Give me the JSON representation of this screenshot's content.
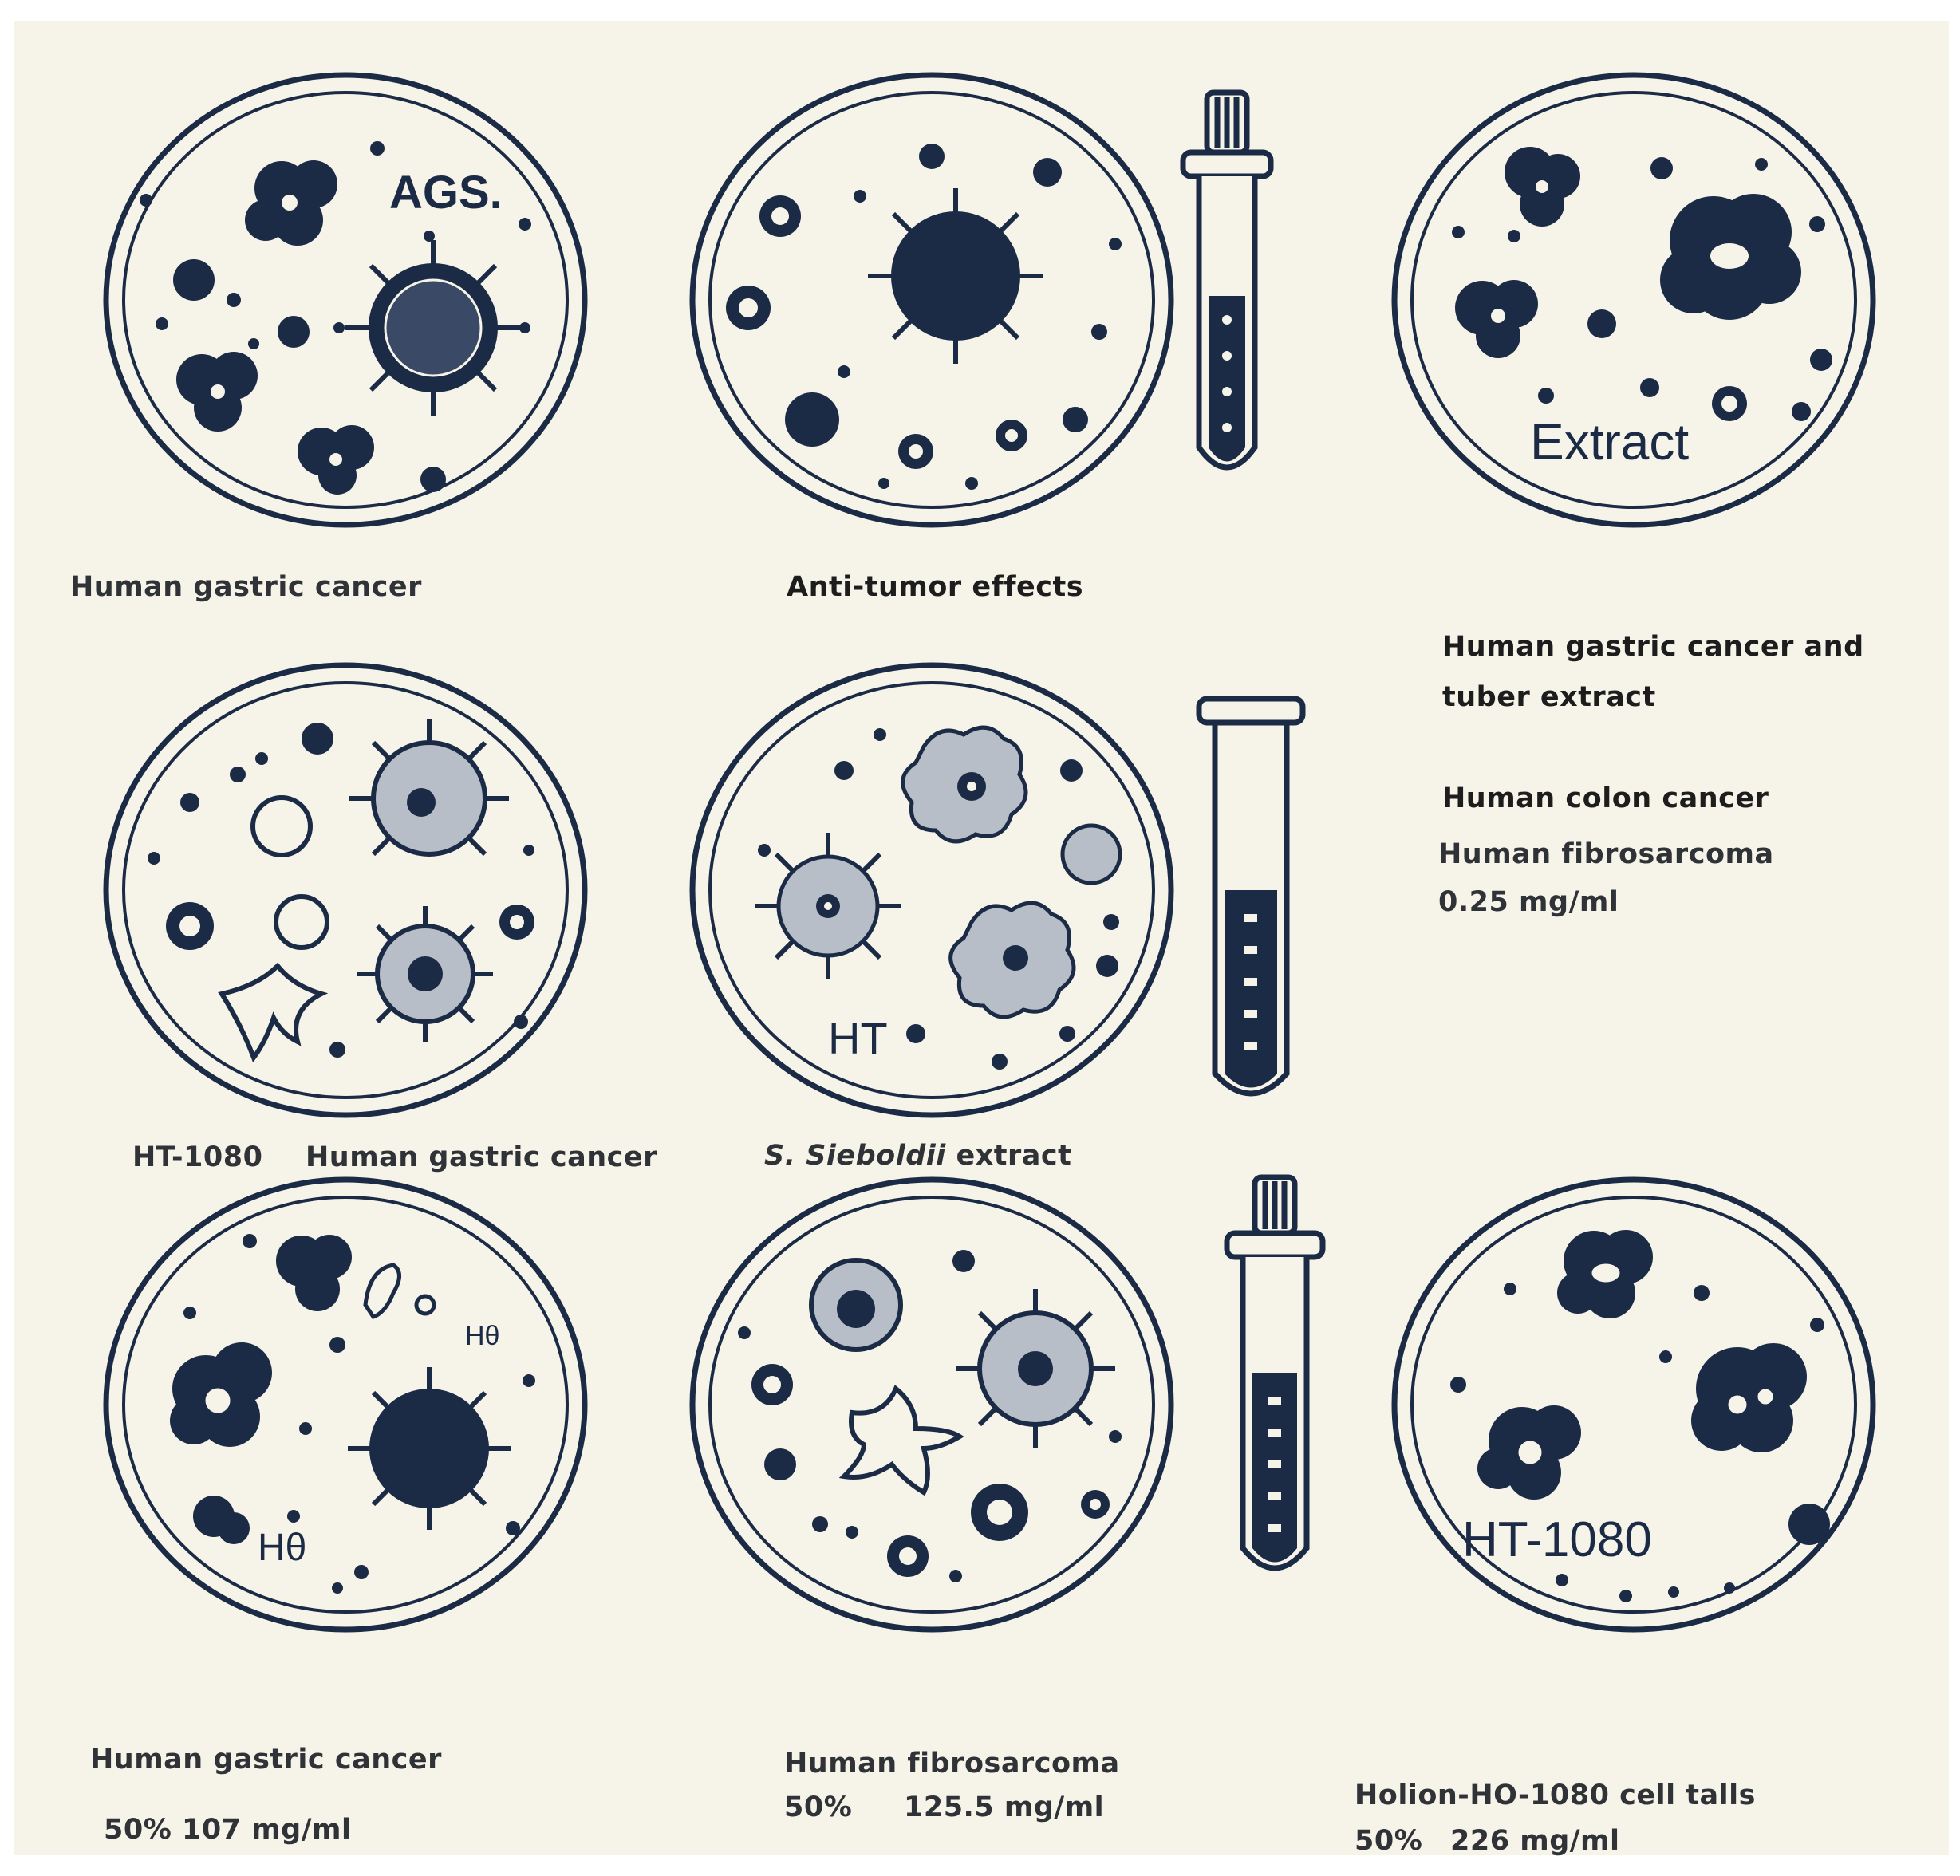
{
  "colors": {
    "ink": "#1b2a45",
    "paper": "#f6f3e8",
    "cell_fill": "#b7bec8",
    "label": "#2f3236"
  },
  "dish_text": {
    "ags": "AGS.",
    "extract": "Extract",
    "ht": "HT",
    "ho": "Hθ",
    "ht1080": "HT-1080"
  },
  "labels": {
    "row1_left": "Human gastric cancer",
    "row1_mid": "Anti-tumor effects",
    "right_1a": "Human gastric cancer and",
    "right_1b": "tuber extract",
    "right_2": "Human colon cancer",
    "right_3a": "Human fibrosarcoma",
    "right_3b": "0.25 mg/ml",
    "row2_ht": "HT-1080",
    "row2_gastric": "Human gastric cancer",
    "row2_species": "S. Sieboldii",
    "row2_extract": "extract",
    "row3_left_a": "Human gastric cancer",
    "row3_left_b": "50% 107 mg/ml",
    "row3_mid_a": "Human fibrosarcoma",
    "row3_mid_b_pct": "50%",
    "row3_mid_b_val": "125.5 mg/ml",
    "row3_right_a": "Holion-HO-1080 cell talls",
    "row3_right_b_pct": "50%",
    "row3_right_b_val": "226 mg/ml"
  }
}
